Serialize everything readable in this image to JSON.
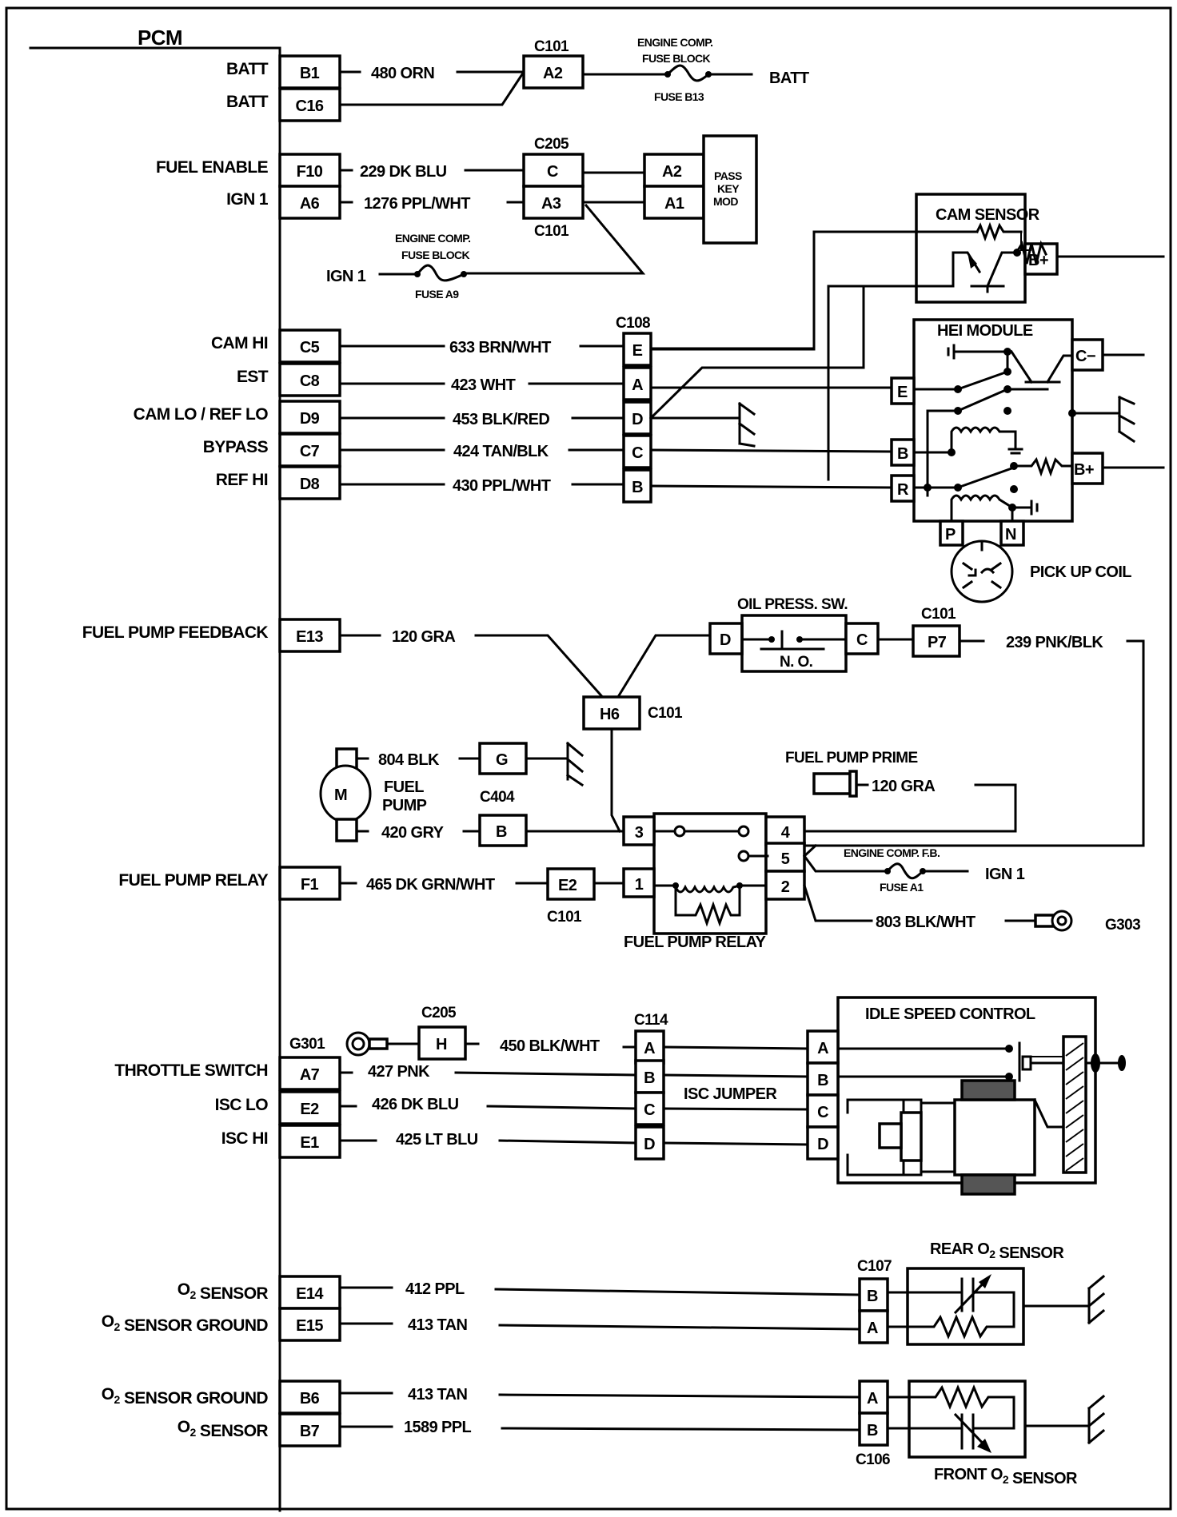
{
  "title": "PCM",
  "pcm_pins": [
    {
      "label": "BATT",
      "pin": "B1"
    },
    {
      "label": "BATT",
      "pin": "C16"
    },
    {
      "label": "FUEL ENABLE",
      "pin": "F10"
    },
    {
      "label": "IGN 1",
      "pin": "A6"
    },
    {
      "label": "CAM HI",
      "pin": "C5"
    },
    {
      "label": "EST",
      "pin": "C8"
    },
    {
      "label": "CAM LO / REF LO",
      "pin": "D9"
    },
    {
      "label": "BYPASS",
      "pin": "C7"
    },
    {
      "label": "REF HI",
      "pin": "D8"
    },
    {
      "label": "FUEL PUMP FEEDBACK",
      "pin": "E13"
    },
    {
      "label": "FUEL PUMP RELAY",
      "pin": "F1"
    },
    {
      "label": "THROTTLE SWITCH",
      "pin": "A7"
    },
    {
      "label": "ISC LO",
      "pin": "E2"
    },
    {
      "label": "ISC HI",
      "pin": "E1"
    },
    {
      "label": "O2 SENSOR",
      "pin": "E14"
    },
    {
      "label": "O2 SENSOR GROUND",
      "pin": "E15"
    },
    {
      "label": "O2 SENSOR GROUND",
      "pin": "B6"
    },
    {
      "label": "O2 SENSOR",
      "pin": "B7"
    }
  ],
  "wires": {
    "w480": "480 ORN",
    "w229": "229 DK BLU",
    "w1276": "1276 PPL/WHT",
    "w633": "633 BRN/WHT",
    "w423": "423 WHT",
    "w453": "453 BLK/RED",
    "w424": "424 TAN/BLK",
    "w430": "430 PPL/WHT",
    "w120a": "120 GRA",
    "w239": "239 PNK/BLK",
    "w804": "804 BLK",
    "w420": "420 GRY",
    "w120b": "120 GRA",
    "w465": "465 DK GRN/WHT",
    "w803": "803 BLK/WHT",
    "w450": "450 BLK/WHT",
    "w427": "427 PNK",
    "w426": "426 DK BLU",
    "w425": "425 LT BLU",
    "w412": "412 PPL",
    "w413a": "413 TAN",
    "w413b": "413 TAN",
    "w1589": "1589 PPL"
  },
  "connectors": {
    "c101_top": {
      "name": "C101",
      "pin": "A2"
    },
    "c205_c101": {
      "top": "C205",
      "bottom": "C101",
      "pins": [
        "C",
        "A3"
      ]
    },
    "passkey": {
      "pins": [
        "A2",
        "A1"
      ],
      "label_lines": [
        "PASS",
        "KEY",
        "MOD"
      ]
    },
    "c108": {
      "name": "C108",
      "pins": [
        "E",
        "A",
        "D",
        "C",
        "B"
      ]
    },
    "h6": {
      "name": "C101",
      "pin": "H6"
    },
    "oil_d": "D",
    "oil_c": "C",
    "p7": {
      "name": "C101",
      "pin": "P7"
    },
    "c404": {
      "name": "C404",
      "pins": [
        "G",
        "B"
      ]
    },
    "e2": {
      "name": "C101",
      "pin": "E2"
    },
    "relay_pins": [
      "3",
      "1",
      "4",
      "5",
      "2"
    ],
    "c205h": {
      "name": "C205",
      "pin": "H"
    },
    "g301": "G301",
    "c114": {
      "name": "C114",
      "pins": [
        "A",
        "B",
        "C",
        "D"
      ]
    },
    "isc_pins": [
      "A",
      "B",
      "C",
      "D"
    ],
    "c107": {
      "name": "C107",
      "pins": [
        "B",
        "A"
      ]
    },
    "c106": {
      "name": "C106",
      "pins": [
        "A",
        "B"
      ]
    }
  },
  "fuses": {
    "b13": {
      "block_line1": "ENGINE COMP.",
      "block_line2": "FUSE BLOCK",
      "name": "FUSE B13",
      "source": "BATT"
    },
    "a9": {
      "block_line1": "ENGINE COMP.",
      "block_line2": "FUSE BLOCK",
      "name": "FUSE A9",
      "source": "IGN 1"
    },
    "a1": {
      "block": "ENGINE COMP. F.B.",
      "name": "FUSE A1",
      "source": "IGN 1"
    }
  },
  "components": {
    "cam_sensor": {
      "title": "CAM SENSOR",
      "pin": "B+"
    },
    "hei_module": {
      "title": "HEI MODULE",
      "pins": [
        "C−",
        "E",
        "B",
        "R",
        "B+",
        "P",
        "N"
      ]
    },
    "pickup_coil": "PICK UP COIL",
    "oil_switch": {
      "title": "OIL PRESS. SW.",
      "state": "N. O."
    },
    "fuel_pump": {
      "motor": "M",
      "line1": "FUEL",
      "line2": "PUMP"
    },
    "fuel_pump_prime": "FUEL PUMP PRIME",
    "fuel_pump_relay": "FUEL PUMP RELAY",
    "ground_g303": "G303",
    "isc_jumper": "ISC JUMPER",
    "isc": "IDLE SPEED CONTROL",
    "rear_o2": "REAR O2 SENSOR",
    "front_o2": "FRONT O2 SENSOR"
  }
}
